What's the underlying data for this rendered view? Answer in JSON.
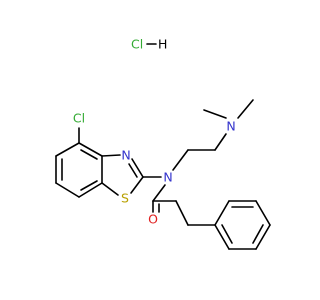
{
  "molecule": {
    "atoms": {
      "cl_ring": {
        "text": "Cl",
        "color": "#33aa33"
      },
      "n_thiazole": {
        "text": "N",
        "color": "#3333cc"
      },
      "s_thiazole": {
        "text": "S",
        "color": "#b8a000"
      },
      "n_amide": {
        "text": "N",
        "color": "#3333cc"
      },
      "n_amine": {
        "text": "N",
        "color": "#3333cc"
      },
      "o_carbonyl": {
        "text": "O",
        "color": "#e02020"
      }
    },
    "salt": {
      "cl_text": "Cl",
      "cl_color": "#33aa33",
      "h_text": "H",
      "h_color": "#000000"
    }
  }
}
